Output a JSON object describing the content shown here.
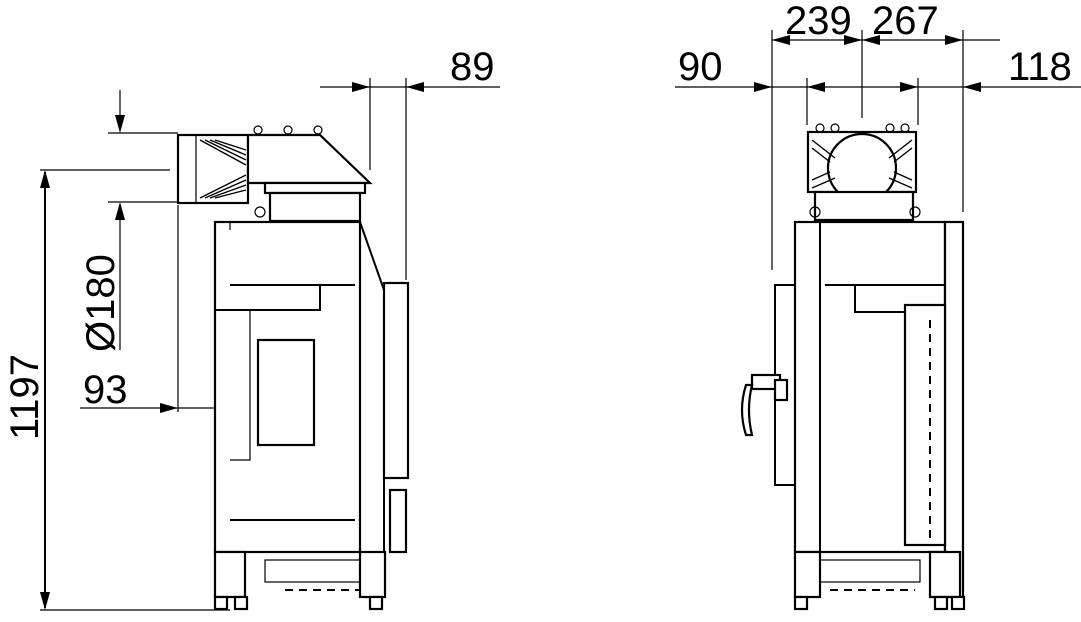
{
  "dimensions": {
    "height": "1197",
    "pipe_diameter": "Ø180",
    "offset_left": "93",
    "offset_top_side": "89",
    "offset_front_left": "90",
    "width_a": "239",
    "width_b": "267",
    "offset_front_right": "118"
  }
}
